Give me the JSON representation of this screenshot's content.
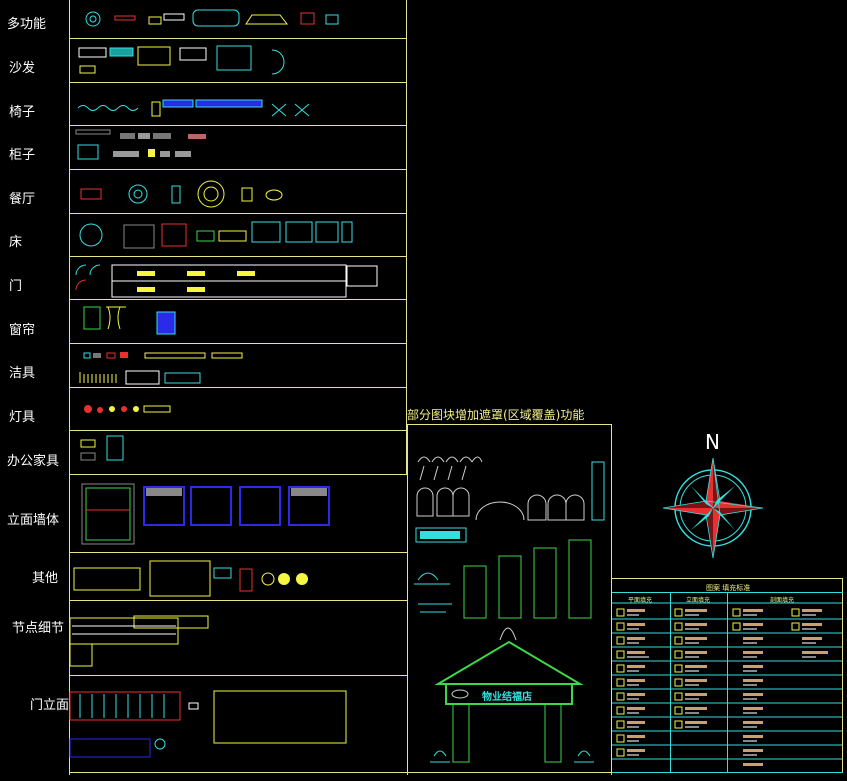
{
  "categories": [
    {
      "key": "multi",
      "label": "多功能"
    },
    {
      "key": "sofa",
      "label": "沙发"
    },
    {
      "key": "chair",
      "label": "椅子"
    },
    {
      "key": "cabinet",
      "label": "柜子"
    },
    {
      "key": "dining",
      "label": "餐厅"
    },
    {
      "key": "bed",
      "label": "床"
    },
    {
      "key": "door",
      "label": "门"
    },
    {
      "key": "curtain",
      "label": "窗帘"
    },
    {
      "key": "sanitary",
      "label": "洁具"
    },
    {
      "key": "lamp",
      "label": "灯具"
    },
    {
      "key": "office",
      "label": "办公家具"
    },
    {
      "key": "elevation_wall",
      "label": "立面墙体"
    },
    {
      "key": "other",
      "label": "其他"
    },
    {
      "key": "node_detail",
      "label": "节点细节"
    },
    {
      "key": "door_elevation",
      "label": "门立面"
    }
  ],
  "masking_section": {
    "caption": "部分图块增加遮罩(区域覆盖)功能",
    "sign_text": "物业结福店"
  },
  "compass": {
    "north_label": "N"
  },
  "legend_table": {
    "title": "图案 填充标准",
    "columns": [
      "平面填充",
      "立面填充",
      "剖面填充"
    ]
  },
  "colors": {
    "border": "#e8e28a",
    "text": "#ffffff",
    "cyan": "#33e0e0",
    "yellow": "#f5f542",
    "red": "#e83030",
    "blue": "#2a2ae8",
    "green": "#3ad84a"
  }
}
